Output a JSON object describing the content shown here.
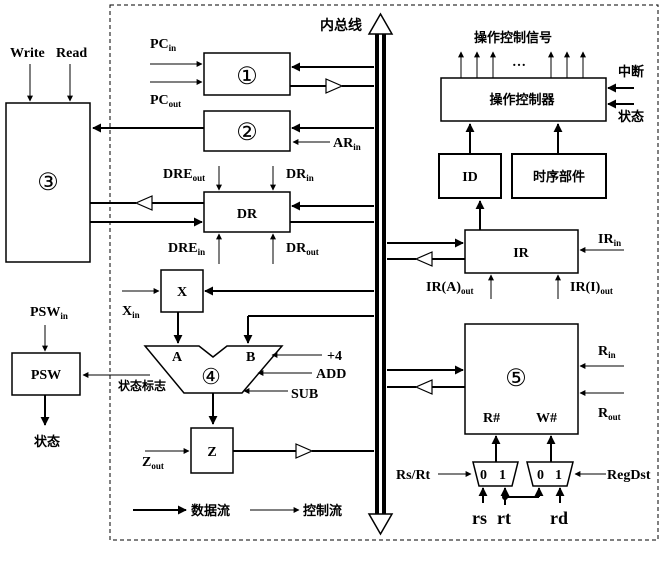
{
  "bus": {
    "label": "内总线"
  },
  "registers": {
    "pc": {
      "label": "①",
      "in": [
        "PC",
        "in"
      ],
      "out": [
        "PC",
        "out"
      ]
    },
    "ar": {
      "label": "②",
      "in": [
        "AR",
        "in"
      ]
    },
    "memory": {
      "label": "③",
      "write": "Write",
      "read": "Read"
    },
    "dr": {
      "label": "DR",
      "dre_out": [
        "DRE",
        "out"
      ],
      "dr_in": [
        "DR",
        "in"
      ],
      "dre_in": [
        "DRE",
        "in"
      ],
      "dr_out": [
        "DR",
        "out"
      ]
    },
    "x": {
      "label": "X",
      "in": [
        "X",
        "in"
      ]
    },
    "alu": {
      "label": "④",
      "a": "A",
      "b": "B",
      "plus4": "+4",
      "add": "ADD",
      "sub": "SUB",
      "flags": "状态标志"
    },
    "psw": {
      "label": "PSW",
      "in": [
        "PSW",
        "in"
      ],
      "status": "状态"
    },
    "z": {
      "label": "Z",
      "out": [
        "Z",
        "out"
      ]
    },
    "ir": {
      "label": "IR",
      "in": [
        "IR",
        "in"
      ],
      "a_out": [
        "IR(A)",
        "out"
      ],
      "i_out": [
        "IR(I)",
        "out"
      ]
    },
    "id": {
      "label": "ID"
    },
    "timing": {
      "label": "时序部件"
    },
    "control": {
      "label": "操作控制器",
      "signals": "操作控制信号",
      "dots": "…",
      "interrupt": "中断",
      "state": "状态"
    },
    "regfile": {
      "label": "⑤",
      "rsel": "R#",
      "wsel": "W#",
      "r_in": [
        "R",
        "in"
      ],
      "r_out": [
        "R",
        "out"
      ]
    }
  },
  "muxes": {
    "left": {
      "zero": "0",
      "one": "1",
      "ctrl": "Rs/Rt",
      "in1": "rs",
      "in2": "rt"
    },
    "right": {
      "zero": "0",
      "one": "1",
      "ctrl": "RegDst",
      "in3": "rd"
    }
  },
  "legend": {
    "data_flow": "数据流",
    "control_flow": "控制流"
  }
}
